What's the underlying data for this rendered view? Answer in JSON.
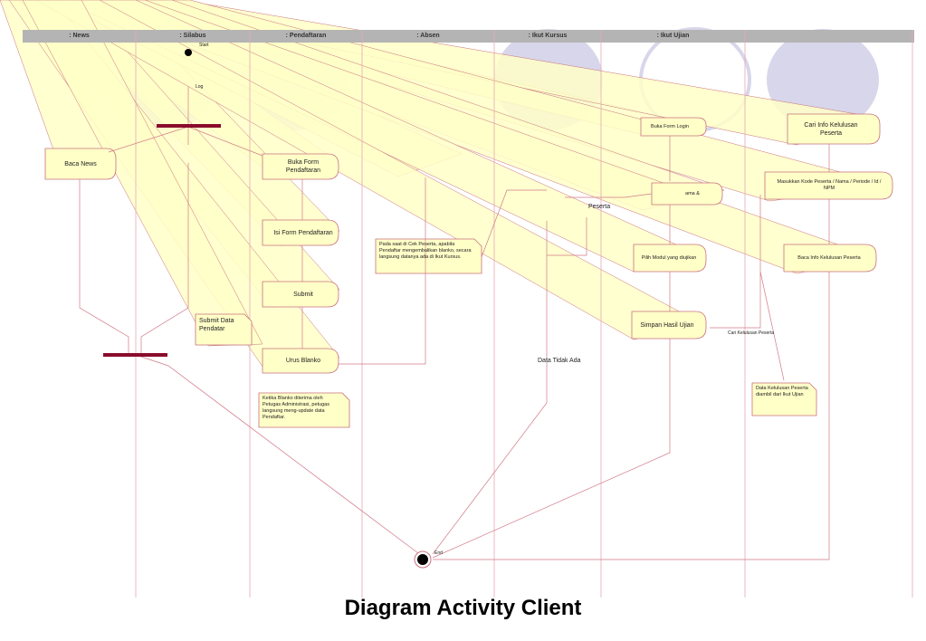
{
  "colors": {
    "header_bar": "#b4b4b4",
    "lane_line": "#e7a9b4",
    "activity_fill": "#ffffc8",
    "activity_stroke": "#c9707e",
    "flow_line": "#d27a88",
    "sync_bar": "#8a0c2c",
    "decor_circle": "#d8d6ea"
  },
  "lanes": [
    ": News",
    ": Silabus",
    ": Pendaftaran",
    ": Absen",
    ": Ikut Kursus",
    ": Ikut Ujian",
    ""
  ],
  "activities": {
    "baca_news": "Baca News",
    "buka_form_pendaftaran": "Buka Form Pendaftaran",
    "isi_form_pendaftaran": "Isi Form Pendaftaran",
    "submit": "Submit",
    "urus_blanko": "Urus Blanko",
    "cari_info_kelulusan": "Cari Info Kelulusan Peserta",
    "masukkan_kode": "Masukkan Kode Peserta / Nama / Periode / Id / NPM",
    "baca_info_kelulusan": "Baca Info Kelulusan Peserta",
    "buka_form_login": "Buka Form Login",
    "pilih_modul": "Pilih Modul yang diujikan",
    "simpan_hasil_ujian": "Simpan Hasil Ujian",
    "partial_peserta": "Peserta",
    "partial_ama": "ama &"
  },
  "notes": {
    "cek_peserta": "Pada saat di Cek Peserta, apabila Pendaftar mengembalikan blanko, secara langsung datanya ada di Ikut Kursus.",
    "blanko_diterima": "Ketika Blanko diterima oleh Petugas Administrasi, petugas langsung meng-update data Pendaftar.",
    "submit_data": "Submit Data Pendatar",
    "data_kelulusan": "Data Kelulusan Peserta diambil dari Ikut Ujian"
  },
  "labels": {
    "data_tidak_ada": "Data Tidak Ada",
    "cari_kelulusan": "Cari Kelulusan Peserta",
    "end": "End",
    "start": "Start",
    "partial_log": "Log"
  },
  "title": "Diagram Activity Client"
}
